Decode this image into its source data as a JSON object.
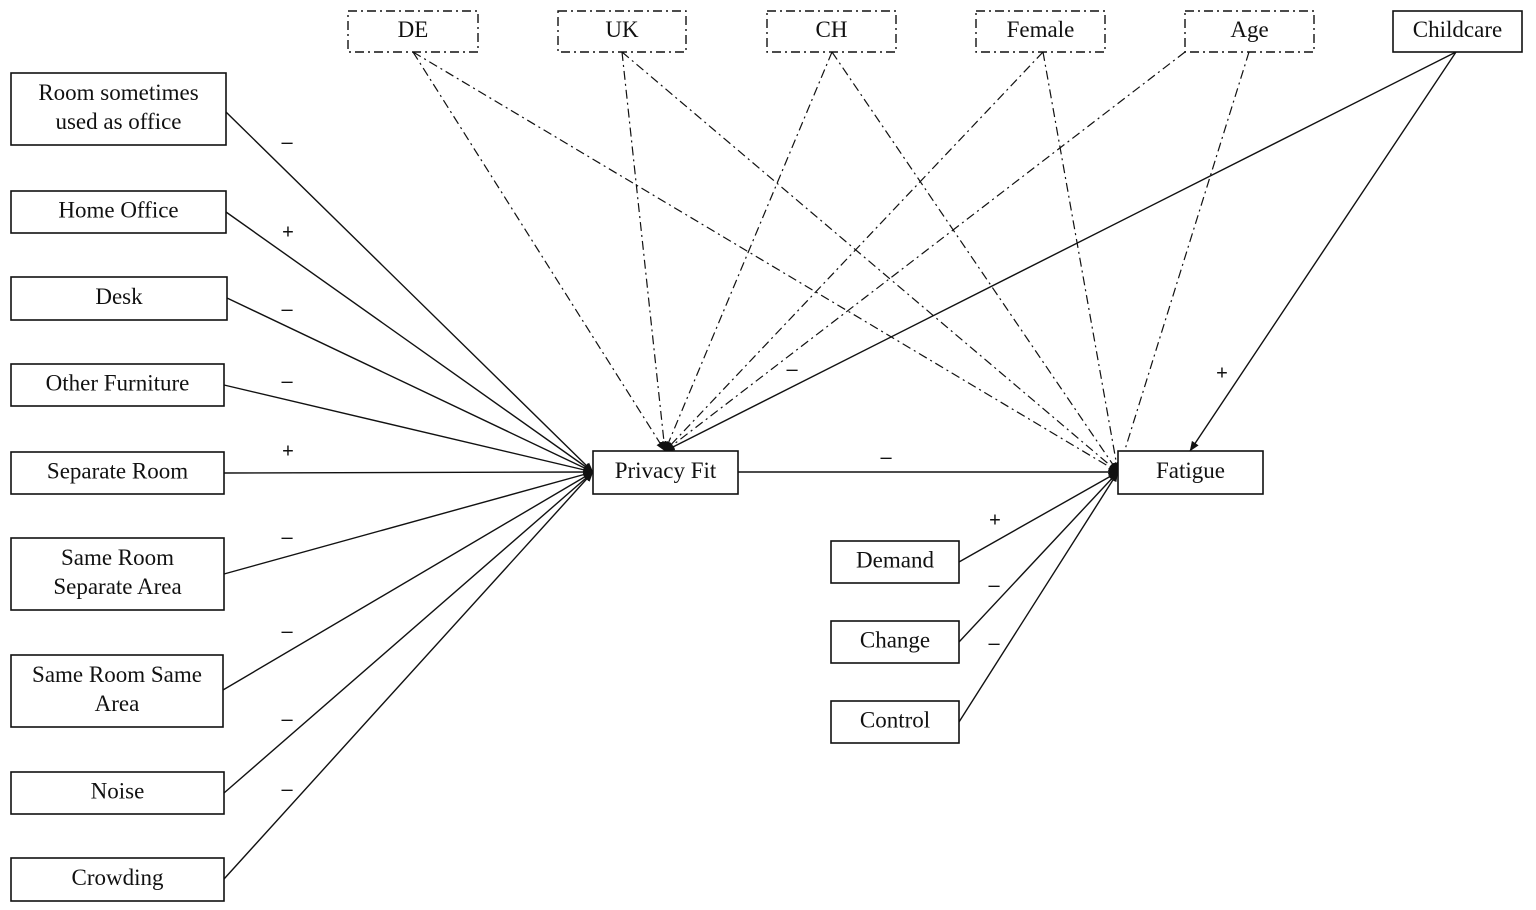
{
  "nodes": {
    "room_sometimes_office": {
      "lines": [
        "Room sometimes",
        "used as office"
      ]
    },
    "home_office": {
      "lines": [
        "Home Office"
      ]
    },
    "desk": {
      "lines": [
        "Desk"
      ]
    },
    "other_furniture": {
      "lines": [
        "Other Furniture"
      ]
    },
    "separate_room": {
      "lines": [
        "Separate Room"
      ]
    },
    "same_room_separate_area": {
      "lines": [
        "Same Room",
        "Separate Area"
      ]
    },
    "same_room_same_area": {
      "lines": [
        "Same Room Same",
        "Area"
      ]
    },
    "noise": {
      "lines": [
        "Noise"
      ]
    },
    "crowding": {
      "lines": [
        "Crowding"
      ]
    },
    "privacy_fit": {
      "lines": [
        "Privacy Fit"
      ]
    },
    "fatigue": {
      "lines": [
        "Fatigue"
      ]
    },
    "demand": {
      "lines": [
        "Demand"
      ]
    },
    "change": {
      "lines": [
        "Change"
      ]
    },
    "control": {
      "lines": [
        "Control"
      ]
    },
    "de": {
      "lines": [
        "DE"
      ]
    },
    "uk": {
      "lines": [
        "UK"
      ]
    },
    "ch": {
      "lines": [
        "CH"
      ]
    },
    "female": {
      "lines": [
        "Female"
      ]
    },
    "age": {
      "lines": [
        "Age"
      ]
    },
    "childcare": {
      "lines": [
        "Childcare"
      ]
    }
  },
  "edges": [
    {
      "from": "room_sometimes_office",
      "to": "privacy_fit",
      "style": "solid",
      "sign": "-"
    },
    {
      "from": "home_office",
      "to": "privacy_fit",
      "style": "solid",
      "sign": "+"
    },
    {
      "from": "desk",
      "to": "privacy_fit",
      "style": "solid",
      "sign": "-"
    },
    {
      "from": "other_furniture",
      "to": "privacy_fit",
      "style": "solid",
      "sign": "-"
    },
    {
      "from": "separate_room",
      "to": "privacy_fit",
      "style": "solid",
      "sign": "+"
    },
    {
      "from": "same_room_separate_area",
      "to": "privacy_fit",
      "style": "solid",
      "sign": "-"
    },
    {
      "from": "same_room_same_area",
      "to": "privacy_fit",
      "style": "solid",
      "sign": "-"
    },
    {
      "from": "noise",
      "to": "privacy_fit",
      "style": "solid",
      "sign": "-"
    },
    {
      "from": "crowding",
      "to": "privacy_fit",
      "style": "solid",
      "sign": "-"
    },
    {
      "from": "privacy_fit",
      "to": "fatigue",
      "style": "solid",
      "sign": "-"
    },
    {
      "from": "demand",
      "to": "fatigue",
      "style": "solid",
      "sign": "+"
    },
    {
      "from": "change",
      "to": "fatigue",
      "style": "solid",
      "sign": "-"
    },
    {
      "from": "control",
      "to": "fatigue",
      "style": "solid",
      "sign": "-"
    },
    {
      "from": "childcare",
      "to": "privacy_fit",
      "style": "solid",
      "sign": "-"
    },
    {
      "from": "childcare",
      "to": "fatigue",
      "style": "solid",
      "sign": "+"
    },
    {
      "from": "de",
      "to": "privacy_fit",
      "style": "dashed",
      "sign": ""
    },
    {
      "from": "de",
      "to": "fatigue",
      "style": "dashed",
      "sign": ""
    },
    {
      "from": "uk",
      "to": "privacy_fit",
      "style": "dashed",
      "sign": ""
    },
    {
      "from": "uk",
      "to": "fatigue",
      "style": "dashed",
      "sign": ""
    },
    {
      "from": "ch",
      "to": "privacy_fit",
      "style": "dashed",
      "sign": ""
    },
    {
      "from": "ch",
      "to": "fatigue",
      "style": "dashed",
      "sign": ""
    },
    {
      "from": "female",
      "to": "privacy_fit",
      "style": "dashed",
      "sign": ""
    },
    {
      "from": "female",
      "to": "fatigue",
      "style": "dashed",
      "sign": ""
    },
    {
      "from": "age",
      "to": "privacy_fit",
      "style": "dashed",
      "sign": ""
    },
    {
      "from": "age",
      "to": "fatigue",
      "style": "dashed",
      "sign": ""
    }
  ]
}
